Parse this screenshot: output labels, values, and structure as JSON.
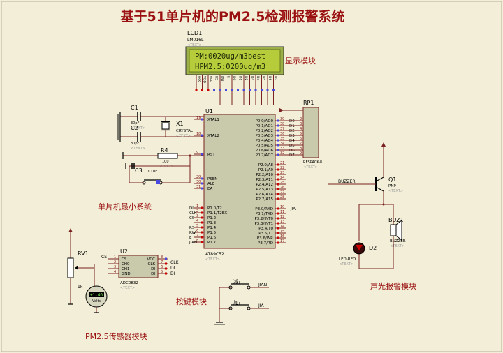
{
  "title": "基于51单片机的PM2.5检测报警系统",
  "text_placeholder": "<TEXT>",
  "lcd": {
    "ref": "LCD1",
    "model": "LM016L",
    "line1": "PM:0020ug/m3best",
    "line2": "HPM2.5:0200ug/m3",
    "pins": [
      "VSS",
      "VDD",
      "VEE",
      "RS",
      "RW",
      "E",
      "D0",
      "D1",
      "D2",
      "D3",
      "D4",
      "D5",
      "D6",
      "D7"
    ]
  },
  "labels": {
    "display_module": "显示模块",
    "mcu_min_system": "单片机最小系统",
    "pm_sensor_module": "PM2.5传感器模块",
    "key_module": "按键模块",
    "alarm_module": "声光报警模块"
  },
  "mcu": {
    "ref": "U1",
    "model": "AT89C52",
    "left_pins": [
      {
        "num": "19",
        "name": "XTAL1"
      },
      {
        "num": "18",
        "name": "XTAL2"
      },
      {
        "num": "9",
        "name": "RST"
      },
      {
        "num": "29",
        "name": "PSEN"
      },
      {
        "num": "30",
        "name": "ALE"
      },
      {
        "num": "31",
        "name": "EA"
      },
      {
        "num": "1",
        "name": "P1.0/T2"
      },
      {
        "num": "2",
        "name": "P1.1/T2EX"
      },
      {
        "num": "3",
        "name": "P1.2"
      },
      {
        "num": "4",
        "name": "P1.3"
      },
      {
        "num": "5",
        "name": "P1.4"
      },
      {
        "num": "6",
        "name": "P1.5"
      },
      {
        "num": "7",
        "name": "P1.6"
      },
      {
        "num": "8",
        "name": "P1.7"
      }
    ],
    "right_pins": [
      {
        "num": "39",
        "name": "P0.0/AD0"
      },
      {
        "num": "38",
        "name": "P0.1/AD1"
      },
      {
        "num": "37",
        "name": "P0.2/AD2"
      },
      {
        "num": "36",
        "name": "P0.3/AD3"
      },
      {
        "num": "35",
        "name": "P0.4/AD4"
      },
      {
        "num": "34",
        "name": "P0.5/AD5"
      },
      {
        "num": "33",
        "name": "P0.6/AD6"
      },
      {
        "num": "32",
        "name": "P0.7/AD7"
      },
      {
        "num": "21",
        "name": "P2.0/A8"
      },
      {
        "num": "22",
        "name": "P2.1/A9"
      },
      {
        "num": "23",
        "name": "P2.2/A10"
      },
      {
        "num": "24",
        "name": "P2.3/A11"
      },
      {
        "num": "25",
        "name": "P2.4/A12"
      },
      {
        "num": "26",
        "name": "P2.5/A13"
      },
      {
        "num": "27",
        "name": "P2.6/A14"
      },
      {
        "num": "28",
        "name": "P2.7/A15"
      },
      {
        "num": "10",
        "name": "P3.0/RXD"
      },
      {
        "num": "11",
        "name": "P3.1/TXD"
      },
      {
        "num": "12",
        "name": "P3.2/INT0"
      },
      {
        "num": "13",
        "name": "P3.3/INT1"
      },
      {
        "num": "14",
        "name": "P3.4/T0"
      },
      {
        "num": "15",
        "name": "P3.5/T1"
      },
      {
        "num": "16",
        "name": "P3.6/WR"
      },
      {
        "num": "17",
        "name": "P3.7/RD"
      }
    ],
    "p1_nets": [
      "DI",
      "CLK",
      "CS",
      "",
      "RS",
      "RW",
      "E",
      "JIAN"
    ],
    "p0_nets": [
      "D0",
      "D1",
      "D2",
      "D3",
      "D4",
      "D5",
      "D6",
      "D7"
    ],
    "p3_nets": [
      "JIA",
      "",
      "",
      "",
      "",
      "",
      "",
      ""
    ]
  },
  "rp1": {
    "ref": "RP1",
    "model": "RESPACK-8"
  },
  "crystal": {
    "ref": "X1",
    "model": "CRYSTAL"
  },
  "c1": {
    "ref": "C1",
    "value": "30pF"
  },
  "c2": {
    "ref": "C2",
    "value": "30pF"
  },
  "c3": {
    "ref": "C3",
    "value": "0.1uF"
  },
  "r4": {
    "ref": "R4",
    "value": "100"
  },
  "rv1": {
    "ref": "RV1",
    "value": "1k"
  },
  "adc": {
    "ref": "U2",
    "model": "ADC0832",
    "left_pins": [
      {
        "num": "1",
        "name": "CS"
      },
      {
        "num": "2",
        "name": "CH0"
      },
      {
        "num": "3",
        "name": "CH1"
      },
      {
        "num": "4",
        "name": "GND"
      }
    ],
    "right_pins": [
      {
        "num": "8",
        "name": "VCC"
      },
      {
        "num": "7",
        "name": "CLK"
      },
      {
        "num": "6",
        "name": "DI"
      },
      {
        "num": "5",
        "name": "DI"
      }
    ],
    "nets": {
      "cs": "CS",
      "clk": "CLK",
      "di1": "DI",
      "di2": "DI"
    }
  },
  "voltmeter": {
    "reading": "+1.46",
    "unit": "Volts"
  },
  "keys": {
    "k1_label": "减",
    "k2_label": "加",
    "k1_net": "JIAN",
    "k2_net": "JIA"
  },
  "q1": {
    "ref": "Q1",
    "type": "PNP",
    "net": "BUZZER"
  },
  "buz1": {
    "ref": "BUZ1",
    "model": "BUZZER"
  },
  "d2": {
    "ref": "D2",
    "model": "LED-RED"
  }
}
